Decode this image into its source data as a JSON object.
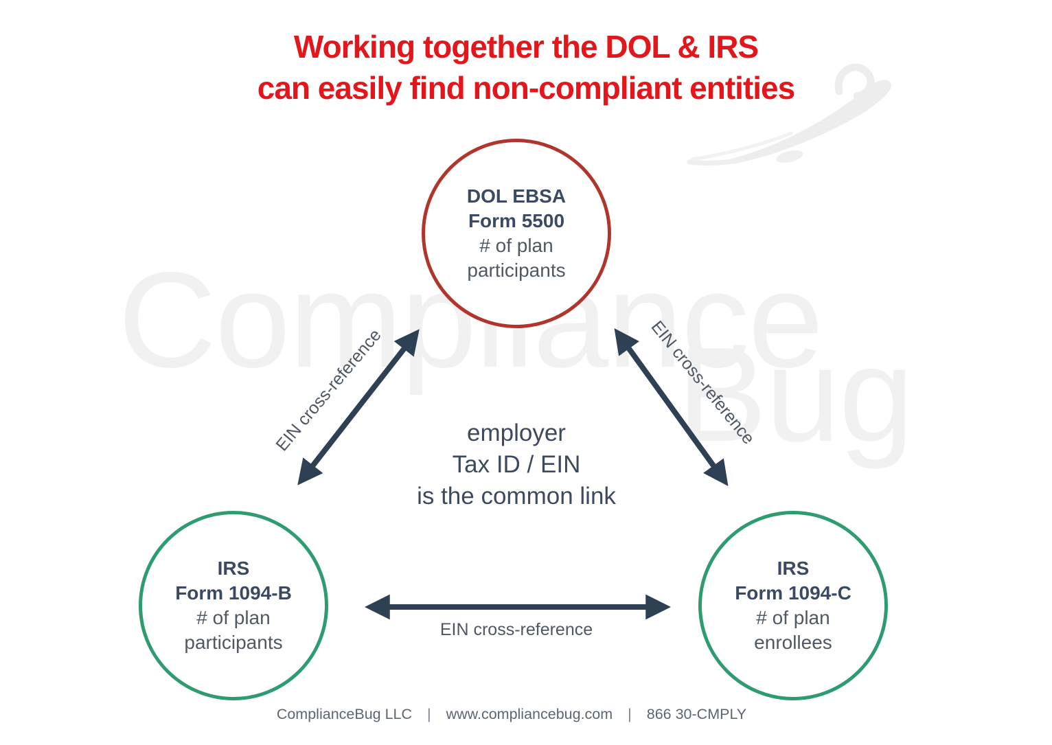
{
  "title": {
    "line1": "Working together the DOL & IRS",
    "line2": "can easily find non-compliant entities"
  },
  "watermark": {
    "word1": "Compliance",
    "word2": "Bug"
  },
  "nodes": {
    "top": {
      "org": "DOL EBSA",
      "form": "Form 5500",
      "metric1": "# of plan",
      "metric2": "participants",
      "border_color": "#b0352c"
    },
    "left": {
      "org": "IRS",
      "form": "Form 1094-B",
      "metric1": "# of plan",
      "metric2": "participants",
      "border_color": "#2e9c70"
    },
    "right": {
      "org": "IRS",
      "form": "Form 1094-C",
      "metric1": "# of plan",
      "metric2": "enrollees",
      "border_color": "#2e9c70"
    }
  },
  "center_message": {
    "line1": "employer",
    "line2": "Tax ID / EIN",
    "line3": "is the common link"
  },
  "edges": {
    "top_left": {
      "label": "EIN cross-reference"
    },
    "top_right": {
      "label": "EIN cross-reference"
    },
    "bottom": {
      "label": "EIN cross-reference"
    }
  },
  "footer": {
    "company": "ComplianceBug LLC",
    "separator": "|",
    "website": "www.compliancebug.com",
    "phone": "866 30-CMPLY"
  },
  "colors": {
    "title_red": "#e3161b",
    "red_circle": "#b0352c",
    "green_circle": "#2e9c70",
    "arrow_navy": "#2e4054",
    "heading_text": "#3b4a62",
    "body_text": "#4f5965",
    "footer_text": "#5c6670",
    "watermark_gray": "#f1f1f2"
  }
}
